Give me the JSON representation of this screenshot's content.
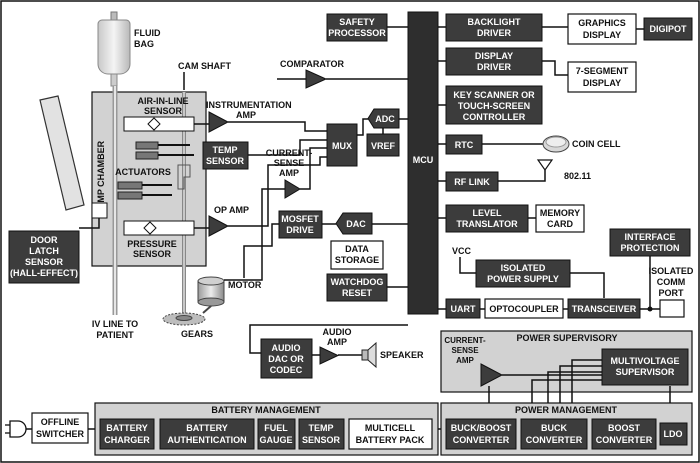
{
  "colors": {
    "dark_block": "#3c3c3c",
    "panel_gray": "#d2d2d2",
    "mcu_block": "#2e2e2e",
    "line": "#111111",
    "background": "#ffffff"
  },
  "pump": {
    "fluid_bag": [
      "FLUID",
      "BAG"
    ],
    "cam_shaft": "CAM SHAFT",
    "pump_chamber": "PUMP CHAMBER",
    "air_in_line_sensor": [
      "AIR-IN-LINE",
      "SENSOR"
    ],
    "actuators": "ACTUATORS",
    "pressure_sensor": [
      "PRESSURE",
      "SENSOR"
    ],
    "door_latch_sensor": [
      "DOOR",
      "LATCH",
      "SENSOR",
      "(HALL-EFFECT)"
    ],
    "iv_line": [
      "IV LINE TO",
      "PATIENT"
    ],
    "gears": "GEARS",
    "motor": "MOTOR"
  },
  "blocks": {
    "comparator": "COMPARATOR",
    "instrumentation_amp": [
      "INSTRUMENTATION",
      "AMP"
    ],
    "temp_sensor": [
      "TEMP",
      "SENSOR"
    ],
    "current_sense_amp": [
      "CURRENT-",
      "SENSE",
      "AMP"
    ],
    "op_amp": "OP AMP",
    "mosfet_drive": [
      "MOSFET",
      "DRIVE"
    ],
    "dac": "DAC",
    "mux": "MUX",
    "adc": "ADC",
    "vref": "VREF",
    "mcu": "MCU",
    "data_storage": [
      "DATA",
      "STORAGE"
    ],
    "watchdog_reset": [
      "WATCHDOG",
      "RESET"
    ],
    "safety_processor": [
      "SAFETY",
      "PROCESSOR"
    ],
    "backlight_driver": [
      "BACKLIGHT",
      "DRIVER"
    ],
    "graphics_display": [
      "GRAPHICS",
      "DISPLAY"
    ],
    "digipot": "DIGIPOT",
    "display_driver": [
      "DISPLAY",
      "DRIVER"
    ],
    "seven_segment_display": [
      "7-SEGMENT",
      "DISPLAY"
    ],
    "key_scanner": [
      "KEY SCANNER OR",
      "TOUCH-SCREEN",
      "CONTROLLER"
    ],
    "rtc": "RTC",
    "coin_cell": "COIN CELL",
    "rf_link": "RF LINK",
    "wifi": "802.11",
    "level_translator": [
      "LEVEL",
      "TRANSLATOR"
    ],
    "memory_card": [
      "MEMORY",
      "CARD"
    ],
    "vcc": "VCC",
    "isolated_power_supply": [
      "ISOLATED",
      "POWER SUPPLY"
    ],
    "interface_protection": [
      "INTERFACE",
      "PROTECTION"
    ],
    "isolated_comm_port": [
      "ISOLATED",
      "COMM",
      "PORT"
    ],
    "uart": "UART",
    "optocoupler": "OPTOCOUPLER",
    "transceiver": "TRANSCEIVER",
    "audio_dac": [
      "AUDIO",
      "DAC OR",
      "CODEC"
    ],
    "audio_amp": [
      "AUDIO",
      "AMP"
    ],
    "speaker": "SPEAKER"
  },
  "power_supervisory": {
    "title": "POWER SUPERVISORY",
    "current_sense_amp": [
      "CURRENT-",
      "SENSE",
      "AMP"
    ],
    "multivoltage_supervisor": [
      "MULTIVOLTAGE",
      "SUPERVISOR"
    ]
  },
  "battery_management": {
    "title": "BATTERY MANAGEMENT",
    "offline_switcher": [
      "OFFLINE",
      "SWITCHER"
    ],
    "battery_charger": [
      "BATTERY",
      "CHARGER"
    ],
    "battery_authentication": [
      "BATTERY",
      "AUTHENTICATION"
    ],
    "fuel_gauge": [
      "FUEL",
      "GAUGE"
    ],
    "temp_sensor": [
      "TEMP",
      "SENSOR"
    ],
    "multicell_battery_pack": [
      "MULTICELL",
      "BATTERY PACK"
    ]
  },
  "power_management": {
    "title": "POWER MANAGEMENT",
    "buck_boost_converter": [
      "BUCK/BOOST",
      "CONVERTER"
    ],
    "buck_converter": [
      "BUCK",
      "CONVERTER"
    ],
    "boost_converter": [
      "BOOST",
      "CONVERTER"
    ],
    "ldo": "LDO"
  }
}
